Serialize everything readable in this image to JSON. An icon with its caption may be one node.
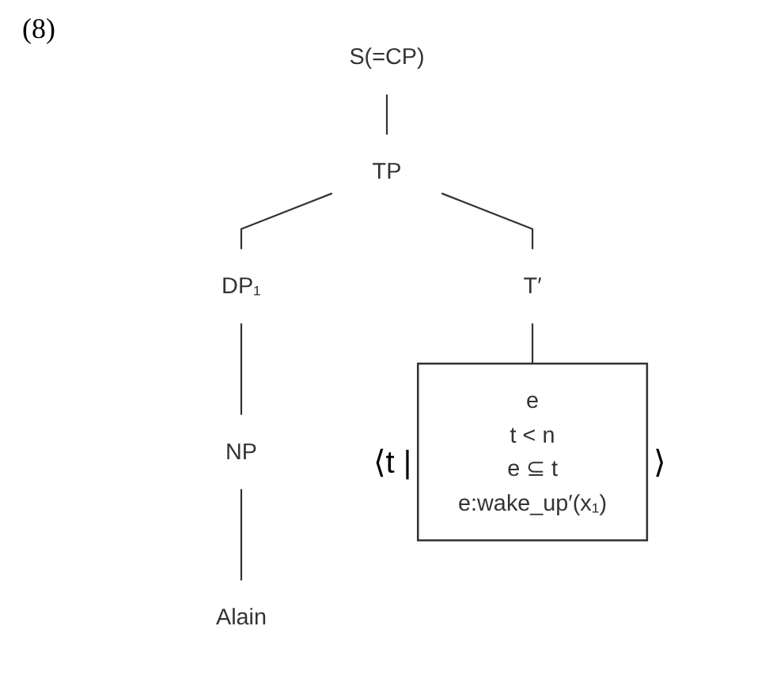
{
  "diagram": {
    "nodes": [
      {
        "text": [
          "S(=CP)"
        ]
      },
      {
        "text": [
          "TP"
        ]
      },
      {
        "text": [
          "DP₁"
        ]
      },
      {
        "text": [
          "T′"
        ]
      },
      {
        "text": [
          "NP"
        ]
      },
      {
        "text": [
          "Alain"
        ]
      },
      {
        "text": [
          "e",
          "t < n",
          "e ⊆ t",
          "e:wake_up′(x₁)"
        ],
        "beside": [
          "⟨t |",
          "⟩"
        ]
      }
    ],
    "edges": [
      {
        "from": 0,
        "to": 1,
        "arrow": "none"
      },
      {
        "from": 1,
        "to": 2,
        "arrow": "none"
      },
      {
        "from": 1,
        "to": 3,
        "arrow": "none"
      },
      {
        "from": 2,
        "to": 4,
        "arrow": "none"
      },
      {
        "from": 4,
        "to": 5,
        "arrow": "none"
      },
      {
        "from": 3,
        "to": 6,
        "arrow": "none"
      }
    ],
    "labels": [
      "(8)"
    ]
  }
}
